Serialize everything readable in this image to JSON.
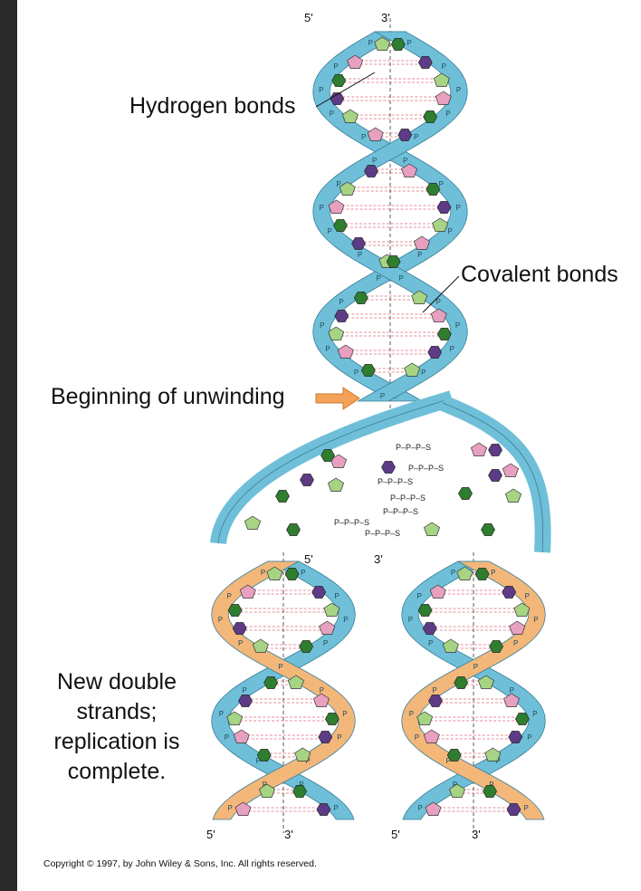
{
  "labels": {
    "hydrogen_bonds": "Hydrogen bonds",
    "covalent_bonds": "Covalent bonds",
    "beginning_unwinding": "Beginning of unwinding",
    "new_double_strands": "New double strands; replication is complete."
  },
  "strand_ends": {
    "top_five": "5'",
    "top_three": "3'",
    "left_mid_five": "5'",
    "right_mid_three": "3'",
    "bottom_left_five": "5'",
    "bottom_left_three": "3'",
    "bottom_right_five": "5'",
    "bottom_right_three": "3'"
  },
  "copyright": "Copyright © 1997, by John Wiley & Sons, Inc. All rights reserved.",
  "colors": {
    "background": "#2a2a2a",
    "page": "#ffffff",
    "parent_strand": "#6fbfd8",
    "new_strand": "#f3b77a",
    "adenine": "#e8a0c0",
    "thymine": "#5e3b86",
    "guanine": "#a6d484",
    "cytosine": "#2f7d2f",
    "hydrogen_bond": "#e06a7a",
    "arrow": "#f4a259"
  },
  "icons": [
    "arrow-right-icon"
  ]
}
